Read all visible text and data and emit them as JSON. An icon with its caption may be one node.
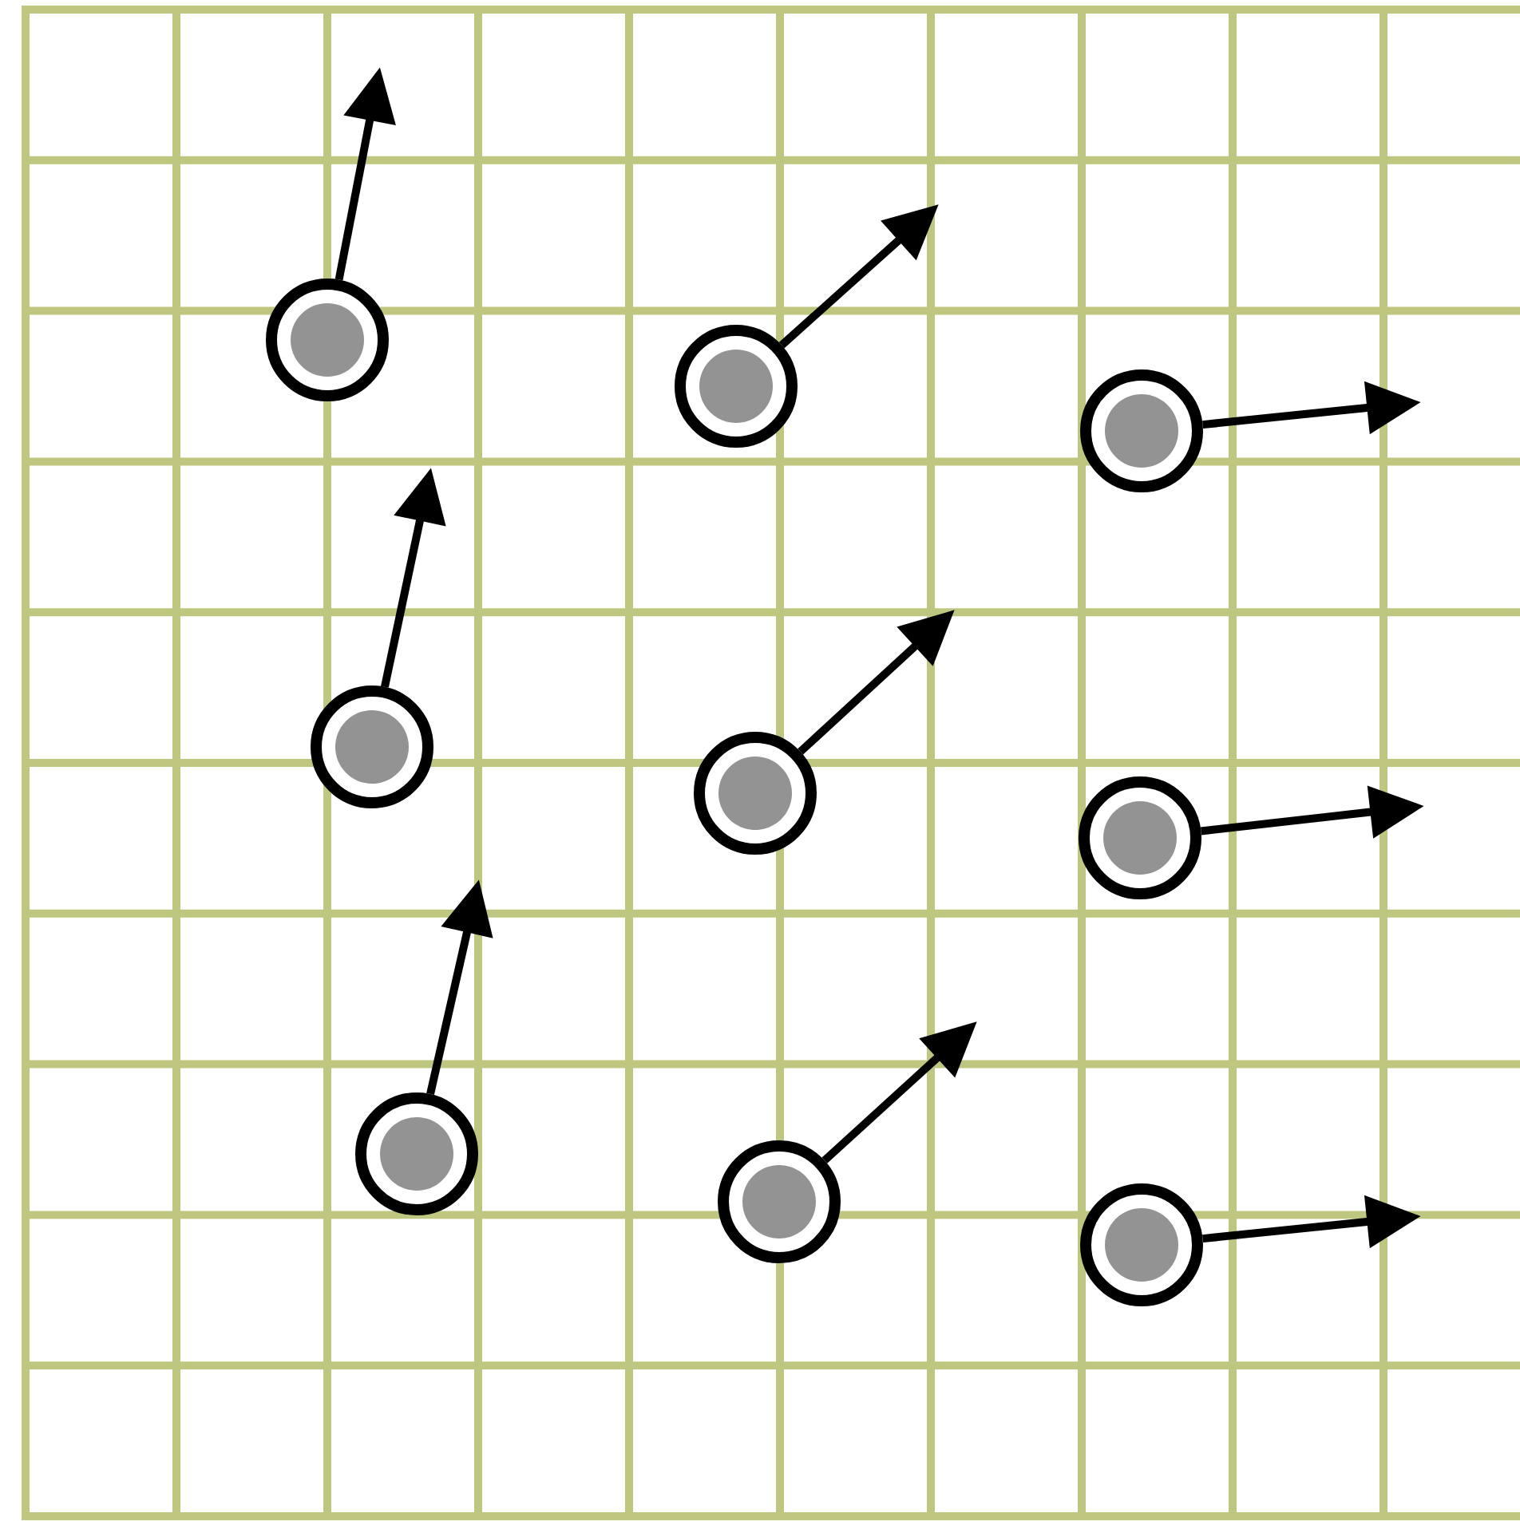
{
  "diagram": {
    "nodes": [
      {
        "text": [],
        "shape": "circle"
      },
      {
        "text": [],
        "shape": "circle"
      },
      {
        "text": [],
        "shape": "circle"
      },
      {
        "text": [],
        "shape": "circle"
      },
      {
        "text": [],
        "shape": "circle"
      },
      {
        "text": [],
        "shape": "circle"
      },
      {
        "text": [],
        "shape": "circle"
      },
      {
        "text": [],
        "shape": "circle"
      },
      {
        "text": [],
        "shape": "circle"
      }
    ],
    "edges": [
      {
        "from": 0,
        "to": null,
        "arrow": "to"
      },
      {
        "from": 1,
        "to": null,
        "arrow": "to"
      },
      {
        "from": 2,
        "to": null,
        "arrow": "to"
      },
      {
        "from": 3,
        "to": null,
        "arrow": "to"
      },
      {
        "from": 4,
        "to": null,
        "arrow": "to"
      },
      {
        "from": 5,
        "to": null,
        "arrow": "to"
      },
      {
        "from": 6,
        "to": null,
        "arrow": "to"
      },
      {
        "from": 7,
        "to": null,
        "arrow": "to"
      },
      {
        "from": 8,
        "to": null,
        "arrow": "to"
      }
    ]
  }
}
